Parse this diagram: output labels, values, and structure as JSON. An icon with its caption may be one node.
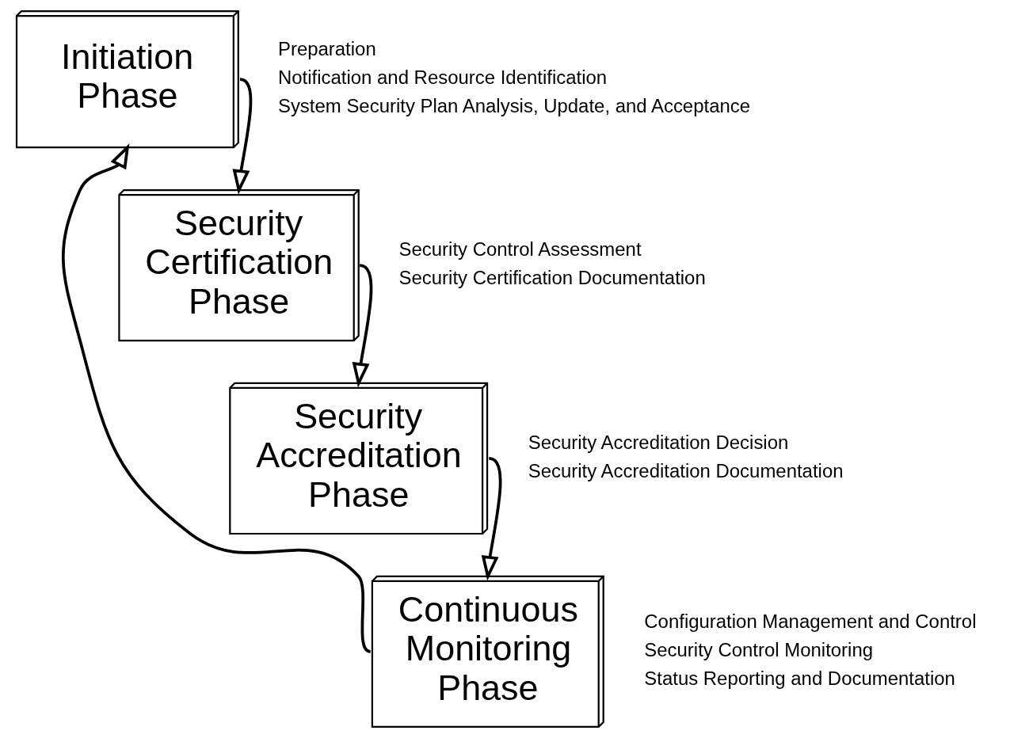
{
  "diagram": {
    "nodes": [
      {
        "text": [
          "Initiation Phase"
        ],
        "beside": [
          "Preparation",
          "Notification and Resource Identification",
          "System Security Plan Analysis, Update, and Acceptance"
        ]
      },
      {
        "text": [
          "Security Certification Phase"
        ],
        "beside": [
          "Security Control Assessment",
          "Security Certification Documentation"
        ]
      },
      {
        "text": [
          "Security Accreditation Phase"
        ],
        "beside": [
          "Security Accreditation Decision",
          "Security Accreditation Documentation"
        ]
      },
      {
        "text": [
          "Continuous Monitoring Phase"
        ],
        "beside": [
          "Configuration Management and Control",
          "Security Control Monitoring",
          "Status Reporting and Documentation"
        ]
      }
    ],
    "edges": [
      {
        "from": 0,
        "to": 1,
        "arrow": "to"
      },
      {
        "from": 1,
        "to": 2,
        "arrow": "to"
      },
      {
        "from": 2,
        "to": 3,
        "arrow": "to"
      },
      {
        "from": 3,
        "to": 0,
        "arrow": "to"
      }
    ]
  }
}
